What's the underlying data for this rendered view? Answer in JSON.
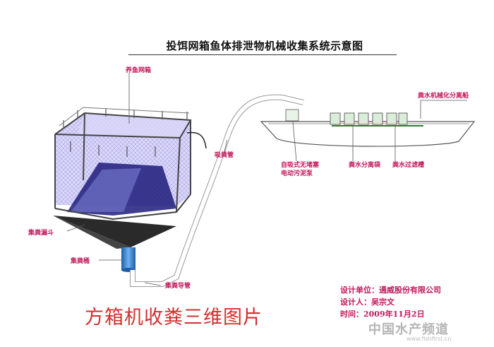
{
  "title": "投饵网箱鱼体排泄物机械收集系统示意图",
  "labels": {
    "cage": "养鱼网箱",
    "suction_pipe": "吸粪管",
    "separator_boat": "粪水机械化分离船",
    "pump_line1": "自吸式无堵塞",
    "pump_line2": "电动污泥泵",
    "separation_bag": "粪水分离袋",
    "filter_tank": "粪水过滤槽",
    "funnel": "集粪漏斗",
    "bucket": "集粪桶",
    "guide_pipe": "集粪导管"
  },
  "caption": "方箱机收粪三维图片",
  "credits": {
    "unit": "设计单位：通威股份有限公司",
    "designer": "设计人：吴宗文",
    "date": "时间：2009年11月2日"
  },
  "watermark": {
    "text": "中国水产频道",
    "url": "www.fishfirst.cn"
  },
  "colors": {
    "label": "#c2185b",
    "caption": "#d32f2f",
    "cage_net": "#7b68ee",
    "pipe": "#3a7fd1",
    "frame": "#444444"
  }
}
